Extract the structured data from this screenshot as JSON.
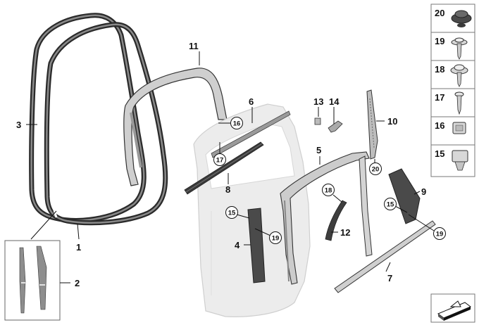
{
  "callouts": {
    "c1": "1",
    "c2": "2",
    "c3": "3",
    "c4": "4",
    "c5": "5",
    "c6": "6",
    "c7": "7",
    "c8": "8",
    "c9": "9",
    "c10": "10",
    "c11": "11",
    "c12": "12",
    "c13": "13",
    "c14": "14"
  },
  "circles": {
    "a": "16",
    "b": "17",
    "c": "18",
    "d": "20",
    "e": "15",
    "f": "19",
    "g": "15",
    "h": "19"
  },
  "legend_panel": [
    {
      "number": "20",
      "icon": "grommet-icon"
    },
    {
      "number": "19",
      "icon": "collar-screw-icon"
    },
    {
      "number": "18",
      "icon": "washer-head-screw-icon"
    },
    {
      "number": "17",
      "icon": "self-tapping-screw-icon"
    },
    {
      "number": "16",
      "icon": "clip-nut-icon"
    },
    {
      "number": "15",
      "icon": "expanding-clip-icon"
    }
  ]
}
